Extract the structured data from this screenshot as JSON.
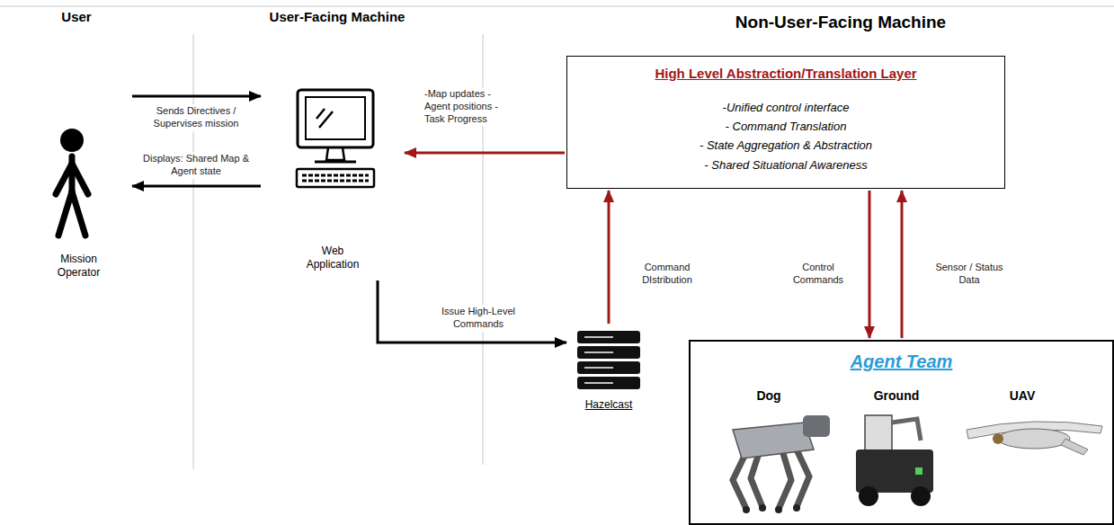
{
  "diagram": {
    "nodes": [
      {
        "text": [
          "Mission Operator"
        ]
      },
      {
        "text": [
          "Web Application"
        ]
      },
      {
        "text": [
          "High Level Abstraction/Translation Layer",
          "-Unified control interface",
          "- Command Translation",
          "- State Aggregation & Abstraction",
          "- Shared Situational Awareness"
        ]
      },
      {
        "text": [
          "Hazelcast"
        ]
      },
      {
        "text": [
          "Agent Team"
        ]
      },
      {
        "text": [
          "Dog"
        ],
        "in": 4
      },
      {
        "text": [
          "Ground"
        ],
        "in": 4
      },
      {
        "text": [
          "UAV"
        ],
        "in": 4
      }
    ],
    "edges": [
      {
        "from": 0,
        "to": 1,
        "arrow": "to",
        "label": "Sends Directives / Supervises mission"
      },
      {
        "from": 1,
        "to": 0,
        "arrow": "to",
        "label": "Displays: Shared Map & Agent state"
      },
      {
        "from": 2,
        "to": 1,
        "arrow": "to",
        "label": "-Map updates -Agent positions -Task Progress"
      },
      {
        "from": 1,
        "to": 3,
        "arrow": "to",
        "label": "Issue High-Level Commands"
      },
      {
        "from": 3,
        "to": 2,
        "arrow": "to",
        "label": "Command DIstribution"
      },
      {
        "from": 2,
        "to": 4,
        "arrow": "to",
        "label": "Control Commands"
      },
      {
        "from": 4,
        "to": 2,
        "arrow": "to",
        "label": "Sensor / Status Data"
      }
    ],
    "labels": [
      "User",
      "User-Facing Machine",
      "Non-User-Facing Machine"
    ]
  }
}
